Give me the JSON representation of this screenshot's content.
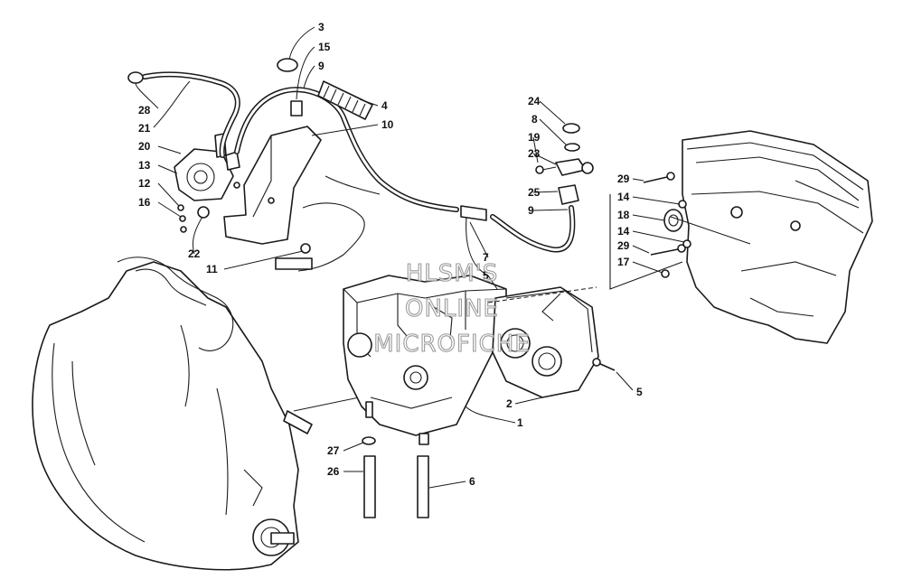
{
  "watermark": {
    "line1": "HLSM'S",
    "line2": "ONLINE",
    "line3": "MICROFICHE"
  },
  "callouts": {
    "c1": "1",
    "c2": "2",
    "c3": "3",
    "c4": "4",
    "c5a": "5",
    "c5b": "5",
    "c6": "6",
    "c7": "7",
    "c8": "8",
    "c9a": "9",
    "c9b": "9",
    "c10": "10",
    "c11": "11",
    "c12": "12",
    "c13": "13",
    "c14a": "14",
    "c14b": "14",
    "c15": "15",
    "c16": "16",
    "c17": "17",
    "c18": "18",
    "c19": "19",
    "c20": "20",
    "c21": "21",
    "c22": "22",
    "c23": "23",
    "c24": "24",
    "c25": "25",
    "c26": "26",
    "c27": "27",
    "c28": "28",
    "c29a": "29",
    "c29b": "29"
  }
}
